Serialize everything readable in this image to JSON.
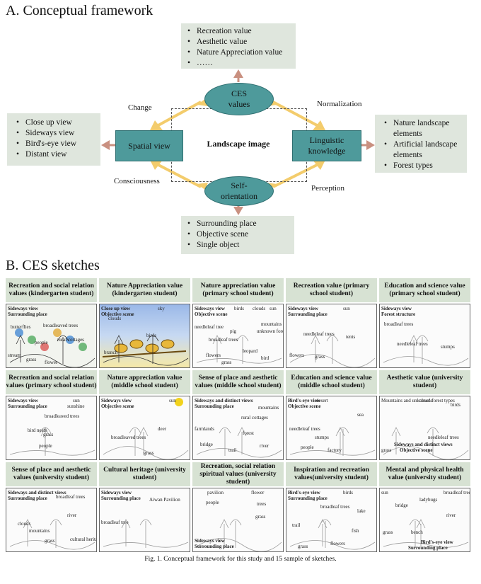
{
  "section_a": "A. Conceptual framework",
  "section_b": "B. CES sketches",
  "framework": {
    "top_box": [
      "Recreation value",
      "Aesthetic value",
      "Nature Appreciation value",
      "……"
    ],
    "left_box": [
      "Close up view",
      "Sideways view",
      "Bird's-eye view",
      "Distant view"
    ],
    "right_box": [
      "Nature landscape elements",
      "Artificial landscape elements",
      "Forest types"
    ],
    "bottom_box": [
      "Surrounding place",
      "Objective scene",
      "Single object"
    ],
    "ces": "CES values",
    "spatial": "Spatial view",
    "linguistic": "Linguistic knowledge",
    "self": "Self-orientation",
    "center": "Landscape image",
    "change": "Change",
    "normalization": "Normalization",
    "consciousness": "Consciousness",
    "perception": "Perception"
  },
  "sketches": [
    {
      "title": "Recreation and social relation values (kindergarten student)",
      "labels": [
        "Sideways view",
        "Surrounding place",
        "butterflies",
        "broadleaved trees",
        "people",
        "rural cottages",
        "stream",
        "grass",
        "flower"
      ]
    },
    {
      "title": "Nature Appreciation value (kindergarten student)",
      "labels": [
        "Close up view",
        "Objective scene",
        "sky",
        "clouds",
        "birds",
        "branch"
      ]
    },
    {
      "title": "Nature appreciation value (primary school student)",
      "labels": [
        "Sideways view",
        "Objective scene",
        "birds",
        "clouds",
        "sun",
        "needleleaf tree",
        "mountains",
        "pig",
        "unknown forest type",
        "broadleaf trees",
        "leopard",
        "flowers",
        "bird",
        "grass"
      ]
    },
    {
      "title": "Recreation value (primary school student)",
      "labels": [
        "Sideways view",
        "Surrounding place",
        "sun",
        "needleleaf trees",
        "tents",
        "flowers",
        "grass"
      ]
    },
    {
      "title": "Education and science value (primary school student)",
      "labels": [
        "Sideways view",
        "Forest structure",
        "broadleaf trees",
        "needleleaf trees",
        "stumps"
      ]
    },
    {
      "title": "Recreation and social relation values (primary school student)",
      "labels": [
        "Sideways view",
        "Surrounding place",
        "sun",
        "sunshine",
        "broadleaved trees",
        "bird nests",
        "grass",
        "people"
      ]
    },
    {
      "title": "Nature appreciation value (middle school student)",
      "labels": [
        "Sideways view",
        "Objective scene",
        "sun",
        "deer",
        "broadleaved trees",
        "grass"
      ]
    },
    {
      "title": "Sense of place and aesthetic values (middle school student)",
      "labels": [
        "Sideways and distinct views",
        "Surrounding place",
        "mountains",
        "rural cottages",
        "farmlands",
        "forest",
        "bridge",
        "river",
        "trail"
      ]
    },
    {
      "title": "Education and science value (middle school student)",
      "labels": [
        "Bird's-eye view",
        "Objective scene",
        "desert",
        "sea",
        "needleleaf trees",
        "stumps",
        "people",
        "factory"
      ]
    },
    {
      "title": "Aesthetic value (university student)",
      "labels": [
        "Mountains and unknown forest types",
        "clouds",
        "birds",
        "needleleaf trees",
        "grass",
        "Sideways and distinct views",
        "Objective scene"
      ]
    },
    {
      "title": "Sense of place and aesthetic values (university student)",
      "labels": [
        "Sideways and distinct views",
        "Surrounding place",
        "broadleaf trees",
        "river",
        "clouds",
        "mountains",
        "grass",
        "cultural heritage"
      ]
    },
    {
      "title": "Cultural heritage (university student)",
      "labels": [
        "Sideways view",
        "Surrounding place",
        "Aiwan Pavilion",
        "broadleaf tree"
      ]
    },
    {
      "title": "Recreation, social relation spiritual values (university student)",
      "labels": [
        "pavilion",
        "people",
        "flower",
        "trees",
        "grass",
        "Sideways view",
        "Surrounding place"
      ]
    },
    {
      "title": "Inspiration and recreation values(university student)",
      "labels": [
        "Bird's-eye view",
        "Surrounding place",
        "birds",
        "broadleaf trees",
        "trail",
        "lake",
        "fish",
        "grass",
        "flowers"
      ]
    },
    {
      "title": "Mental and physical health value (university student)",
      "labels": [
        "sun",
        "broadleaf trees",
        "ladybugs",
        "bridge",
        "river",
        "grass",
        "bench",
        "Bird's-eye view",
        "Surrounding place"
      ]
    }
  ],
  "caption": "Fig. 1. Conceptual framework for this study and 15 sample of sketches."
}
